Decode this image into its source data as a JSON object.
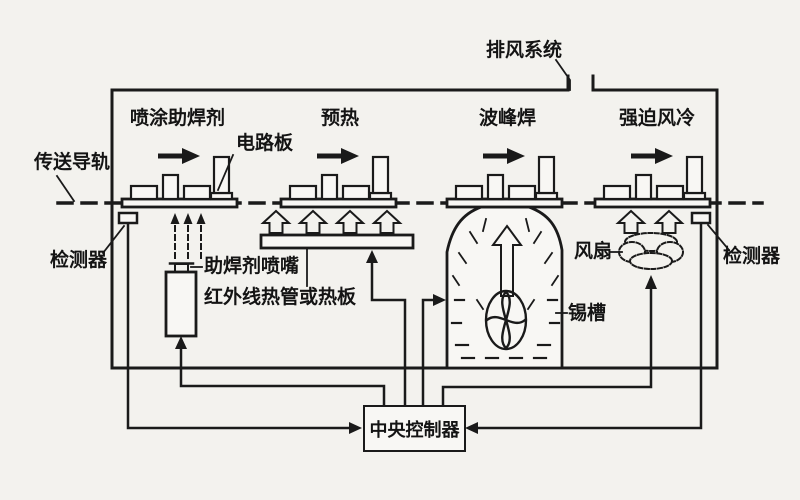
{
  "diagram": {
    "exhaust_label": "排风系统",
    "conveyor_label": "传送导轨",
    "pcb_label": "电路板",
    "detector_left_label": "检测器",
    "detector_right_label": "检测器",
    "flux_nozzle_label": "助焊剂喷嘴",
    "ir_heater_label": "红外线热管或热板",
    "fan_label": "风扇",
    "solder_pot_label": "锡槽",
    "controller_label": "中央控制器",
    "stations": [
      {
        "label": "喷涂助焊剂"
      },
      {
        "label": "预热"
      },
      {
        "label": "波峰焊"
      },
      {
        "label": "强迫风冷"
      }
    ],
    "colors": {
      "line": "#1a1a1a",
      "background": "#f3f2ee",
      "text": "#141414"
    }
  }
}
